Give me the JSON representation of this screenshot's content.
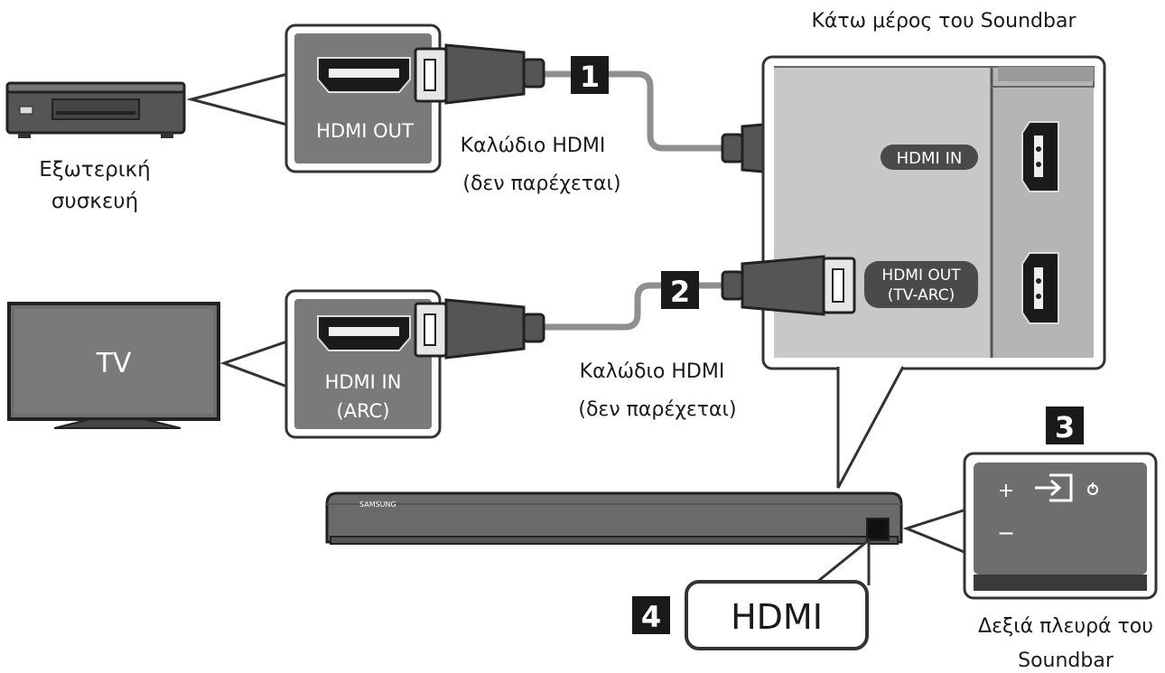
{
  "diagram": {
    "soundbar_bottom_title": "Κάτω μέρος του Soundbar",
    "external_device_label_line1": "Εξωτερική",
    "external_device_label_line2": "συσκευή",
    "hdmi_out_port_label": "HDMI OUT",
    "cable1_label_line1": "Καλώδιο HDMI",
    "cable1_label_line2": "(δεν παρέχεται)",
    "step1": "1",
    "soundbar_hdmi_in_label": "HDMI IN",
    "soundbar_hdmi_out_label_line1": "HDMI OUT",
    "soundbar_hdmi_out_label_line2": "(TV-ARC)",
    "step2": "2",
    "tv_label": "TV",
    "tv_port_label_line1": "HDMI IN",
    "tv_port_label_line2": "(ARC)",
    "cable2_label_line1": "Καλώδιο HDMI",
    "cable2_label_line2": "(δεν παρέχεται)",
    "step3": "3",
    "step4": "4",
    "source_button_label": "HDMI",
    "plus_symbol": "+",
    "minus_symbol": "−",
    "soundbar_side_label_line1": "Δεξιά πλευρά του",
    "soundbar_side_label_line2": "Soundbar",
    "soundbar_brand": "SAMSUNG"
  },
  "colors": {
    "panel_gray": "#7a7a7a",
    "panel_light": "#d9d9d9",
    "outline": "#333333",
    "cable": "#8f8f8f",
    "dark": "#1a1a1a"
  }
}
